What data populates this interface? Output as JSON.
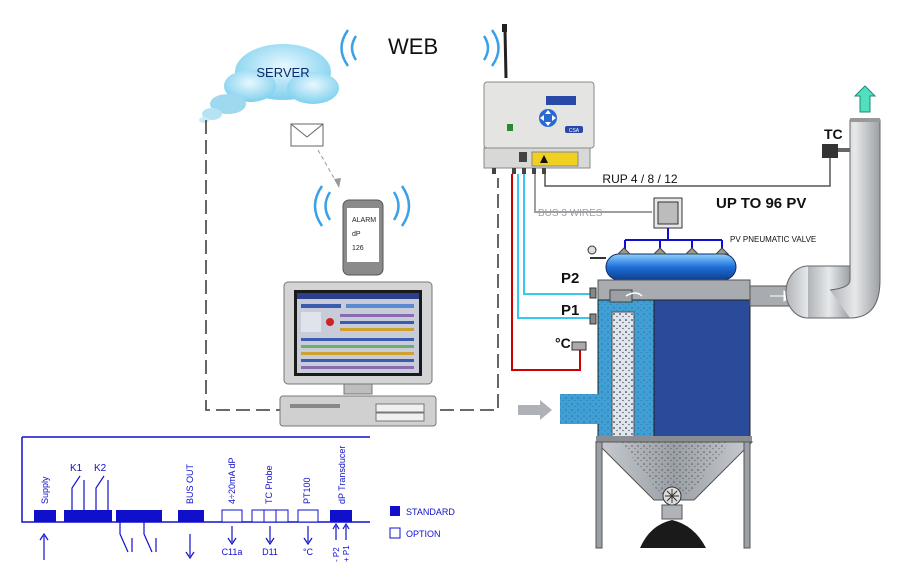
{
  "labels": {
    "server": "SERVER",
    "web": "WEB",
    "alarm_line1": "ALARM",
    "alarm_line2": "dP",
    "alarm_line3": "126",
    "rup": "RUP 4 / 8 / 12",
    "up_to": "UP TO 96 PV",
    "bus": "BUS 3  WIRES",
    "pv_valve": "PV PNEUMATIC VALVE",
    "tc": "TC",
    "p2": "P2",
    "p1": "P1",
    "temp": "°C",
    "device_logo": "CSA"
  },
  "terminals": {
    "supply": "Supply",
    "k1": "K1",
    "k2": "K2",
    "bus_out": "BUS OUT",
    "analog": "4÷20mA dP",
    "tc_probe": "TC Probe",
    "pt100": "PT100",
    "dp_transducer": "dP Transducer",
    "c11a": "C11a",
    "d11": "D11",
    "deg_c": "°C",
    "p2_sub": "- P2",
    "p1_sub": "+ P1"
  },
  "legend": {
    "standard": "STANDARD",
    "option": "OPTION"
  },
  "colors": {
    "blue": "#1010cc",
    "cyan": "#35c8f0",
    "red": "#cc0000",
    "steel": "#a8acb0",
    "filter_blue": "#3fa0d8",
    "dark_blue": "#2a4a9a"
  }
}
